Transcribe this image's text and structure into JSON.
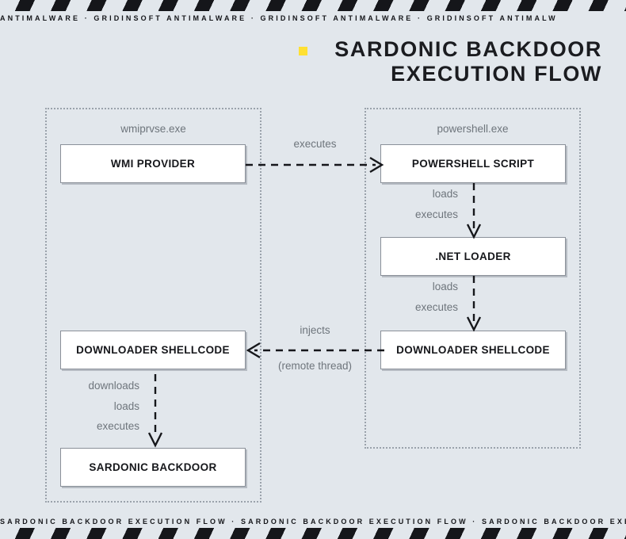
{
  "page": {
    "background_color": "#e2e7ec",
    "accent_color": "#ffe033",
    "ink_color": "#16171b",
    "muted_color": "#6e757c"
  },
  "header": {
    "ticker_text": "ANTIMALWARE · GRIDINSOFT ANTIMALWARE · GRIDINSOFT ANTIMALWARE · GRIDINSOFT ANTIMALW",
    "title_line1": "SARDONIC BACKDOOR",
    "title_line2": "EXECUTION FLOW",
    "bullet_icon": "square-bullet-icon"
  },
  "footer": {
    "ticker_text": "SARDONIC BACKDOOR EXECUTION FLOW · SARDONIC BACKDOOR EXECUTION FLOW · SARDONIC BACKDOOR EXECUT"
  },
  "diagram": {
    "processes": [
      {
        "id": "left",
        "label": "wmiprvse.exe"
      },
      {
        "id": "right",
        "label": "powershell.exe"
      }
    ],
    "nodes": [
      {
        "id": "wmi",
        "label": "WMI PROVIDER",
        "process": "left"
      },
      {
        "id": "dl_left",
        "label": "DOWNLOADER SHELLCODE",
        "process": "left"
      },
      {
        "id": "sardonic",
        "label": "SARDONIC BACKDOOR",
        "process": "left"
      },
      {
        "id": "ps",
        "label": "POWERSHELL SCRIPT",
        "process": "right"
      },
      {
        "id": "dotnet",
        "label": ".NET LOADER",
        "process": "right"
      },
      {
        "id": "dl_right",
        "label": "DOWNLOADER SHELLCODE",
        "process": "right"
      }
    ],
    "connections": [
      {
        "id": "executes",
        "from": "wmi",
        "to": "ps",
        "direction": "right",
        "label_above": "executes",
        "label_below": ""
      },
      {
        "id": "injects",
        "from": "dl_right",
        "to": "dl_left",
        "direction": "left",
        "label_above": "injects",
        "label_below": "(remote thread)"
      },
      {
        "id": "ps_dotnet",
        "from": "ps",
        "to": "dotnet",
        "direction": "down",
        "labels": [
          "loads",
          "executes"
        ]
      },
      {
        "id": "dotnet_dl",
        "from": "dotnet",
        "to": "dl_right",
        "direction": "down",
        "labels": [
          "loads",
          "executes"
        ]
      },
      {
        "id": "dl_sard",
        "from": "dl_left",
        "to": "sardonic",
        "direction": "down",
        "labels": [
          "downloads",
          "loads",
          "executes"
        ]
      }
    ]
  }
}
